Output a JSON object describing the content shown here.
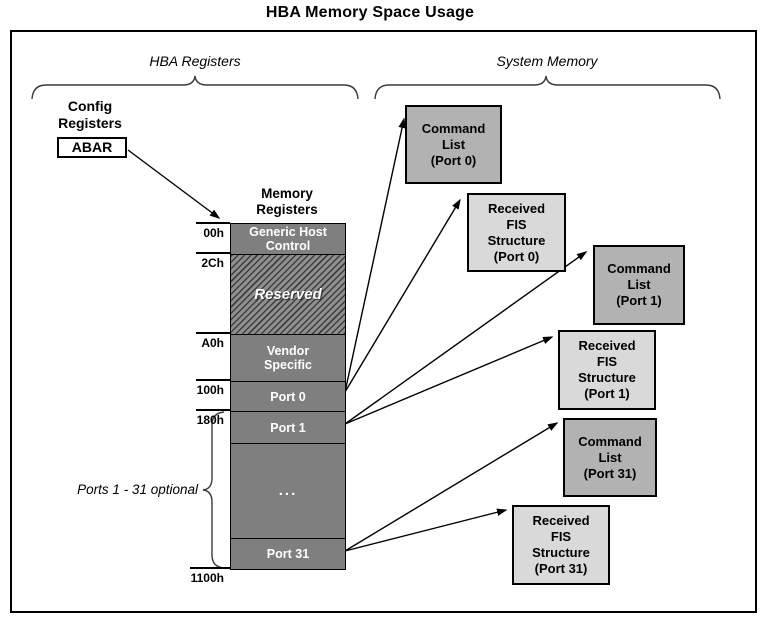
{
  "title": "HBA Memory Space Usage",
  "sections": {
    "hba_registers_label": "HBA Registers",
    "system_memory_label": "System Memory"
  },
  "config_registers": {
    "line1": "Config",
    "line2": "Registers",
    "abar_label": "ABAR"
  },
  "memory_registers": {
    "title_line1": "Memory",
    "title_line2": "Registers",
    "rows": [
      {
        "name": "generic-host-control",
        "lines": [
          "Generic Host",
          "Control"
        ]
      },
      {
        "name": "reserved",
        "lines": [
          "Reserved"
        ]
      },
      {
        "name": "vendor-specific",
        "lines": [
          "Vendor",
          "Specific"
        ]
      },
      {
        "name": "port-0",
        "lines": [
          "Port 0"
        ]
      },
      {
        "name": "port-1",
        "lines": [
          "Port 1"
        ]
      },
      {
        "name": "ports-ellipsis",
        "lines": [
          "..."
        ]
      },
      {
        "name": "port-31",
        "lines": [
          "Port 31"
        ]
      }
    ],
    "addresses": [
      "00h",
      "2Ch",
      "A0h",
      "100h",
      "180h",
      "1100h"
    ]
  },
  "ports_note": "Ports 1 - 31 optional",
  "system_memory_boxes": [
    {
      "name": "command-list-port-0",
      "lines": [
        "Command",
        "List",
        "(Port 0)"
      ]
    },
    {
      "name": "received-fis-port-0",
      "lines": [
        "Received",
        "FIS",
        "Structure",
        "(Port 0)"
      ]
    },
    {
      "name": "command-list-port-1",
      "lines": [
        "Command",
        "List",
        "(Port 1)"
      ]
    },
    {
      "name": "received-fis-port-1",
      "lines": [
        "Received",
        "FIS",
        "Structure",
        "(Port 1)"
      ]
    },
    {
      "name": "command-list-port-31",
      "lines": [
        "Command",
        "List",
        "(Port 31)"
      ]
    },
    {
      "name": "received-fis-port-31",
      "lines": [
        "Received",
        "FIS",
        "Structure",
        "(Port 31)"
      ]
    }
  ],
  "colors": {
    "stack_fill": "#7f7f7f",
    "stack_text": "#ffffff",
    "command_list_fill": "#b2b2b2",
    "received_fis_fill": "#d9d9d9",
    "hatch_dark": "#3f3f3f",
    "hatch_light": "#8f8f8f",
    "line_color": "#000000"
  }
}
